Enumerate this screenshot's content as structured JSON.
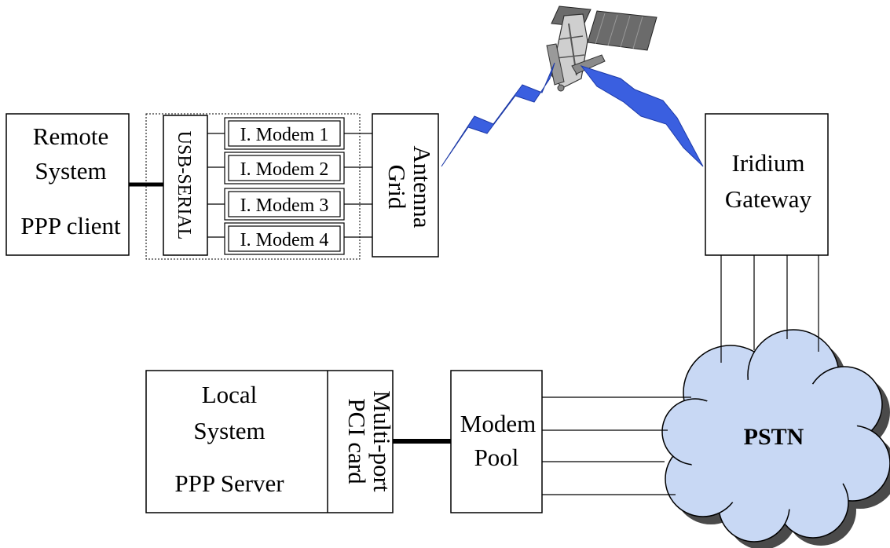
{
  "remote": {
    "line1": "Remote",
    "line2": "System",
    "line3": "PPP client"
  },
  "usb_serial": "USB-SERIAL",
  "modems": [
    "I. Modem 1",
    "I. Modem 2",
    "I. Modem 3",
    "I. Modem 4"
  ],
  "antenna": {
    "line1": "Antenna",
    "line2": "Grid"
  },
  "gateway": {
    "line1": "Iridium",
    "line2": "Gateway"
  },
  "local": {
    "line1": "Local",
    "line2": "System",
    "line3": "PPP Server"
  },
  "pci": {
    "line1": "Multi-port",
    "line2": "PCI card"
  },
  "pool": {
    "line1": "Modem",
    "line2": "Pool"
  },
  "pstn": "PSTN",
  "colors": {
    "cloud": "#c8d8f4",
    "cloud_shadow": "#4a4a4a",
    "bolt": "#3a5fe0",
    "satellite_panel": "#6b6b6b"
  }
}
